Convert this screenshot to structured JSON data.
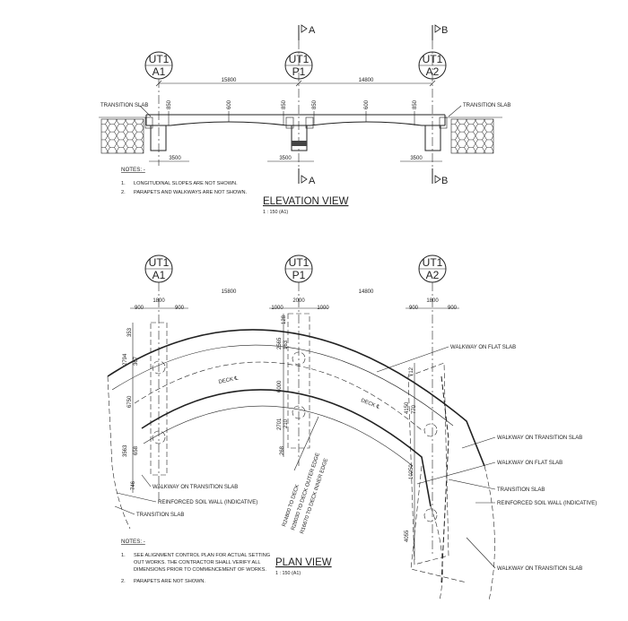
{
  "gridlines": {
    "A1": {
      "top": "UT1",
      "bottom": "A1"
    },
    "P1": {
      "top": "UT1",
      "bottom": "P1"
    },
    "A2": {
      "top": "UT1",
      "bottom": "A2"
    }
  },
  "section_markers": {
    "left": "A",
    "right": "B"
  },
  "elevation": {
    "title": "ELEVATION VIEW",
    "scale": "1  :  150 (A1)",
    "span1": "15800",
    "span2": "14800",
    "transition_slab_left": "TRANSITION SLAB",
    "transition_slab_right": "TRANSITION SLAB",
    "depths": [
      "850",
      "600",
      "850",
      "850",
      "600",
      "850"
    ],
    "footings": [
      "3500",
      "3500",
      "3500"
    ],
    "notes_header": "NOTES: -",
    "notes": [
      {
        "num": "1.",
        "text": "LONGITUDINAL SLOPES ARE NOT SHOWN."
      },
      {
        "num": "2.",
        "text": "PARAPETS AND WALKWAYS ARE NOT SHOWN."
      }
    ]
  },
  "plan": {
    "title": "PLAN VIEW",
    "scale": "1  :  150 (A1)",
    "span1": "15800",
    "span2": "14800",
    "a1_dims": {
      "left": "900",
      "mid": "1800",
      "right": "900"
    },
    "p1_dims": {
      "left": "1000",
      "mid": "2000",
      "right": "1000"
    },
    "a2_dims": {
      "left": "900",
      "mid": "1800",
      "right": "900"
    },
    "a1_vert": [
      "353",
      "2794",
      "367",
      "6750",
      "3563",
      "658",
      "746"
    ],
    "p1_vert": [
      "128",
      "2565",
      "163",
      "6000",
      "2701",
      "210",
      "268"
    ],
    "a2_vert": [
      "712",
      "4150",
      "770",
      "10250",
      "4055"
    ],
    "deck_cl_1": "DECK ℄",
    "deck_cl_2": "DECK ℄",
    "radius_1": "R24800 TO DECK",
    "radius_2": "R28030 TO DECK OUTER EDGE",
    "radius_3": "R16670 TO DECK INNER EDGE",
    "labels": {
      "walkway_flat_top": "WALKWAY ON FLAT SLAB",
      "walkway_transition_1": "WALKWAY ON TRANSITION SLAB",
      "walkway_flat_2": "WALKWAY ON FLAT SLAB",
      "transition_slab_r": "TRANSITION SLAB",
      "reinforced_wall_r": "REINFORCED SOIL WALL (INDICATIVE)",
      "walkway_transition_2": "WALKWAY ON TRANSITION SLAB",
      "walkway_transition_left": "WALKWAY ON TRANSITION SLAB",
      "reinforced_wall_left": "REINFORCED SOIL WALL (INDICATIVE)",
      "transition_slab_left": "TRANSITION SLAB"
    },
    "notes_header": "NOTES: -",
    "notes": [
      {
        "num": "1.",
        "lines": [
          "SEE ALIGNMENT CONTROL PLAN FOR ACTUAL SETTING",
          "OUT WORKS. THE CONTRACTOR SHALL VERIFY ALL",
          "DIMENSIONS PRIOR TO COMMENCEMENT OF WORKS."
        ]
      },
      {
        "num": "2.",
        "lines": [
          "PARAPETS ARE NOT SHOWN."
        ]
      }
    ]
  }
}
